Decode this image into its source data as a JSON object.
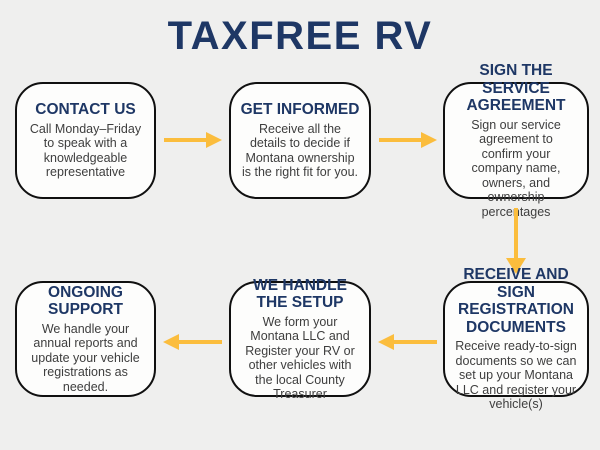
{
  "title": "TAXFREE RV",
  "colors": {
    "navy_heading": "#1e3765",
    "gold_arrow": "#fbbd3d",
    "background": "#efefee",
    "box_fill": "#fdfdfc",
    "box_border": "#101010",
    "body_text": "#3e3e3e"
  },
  "steps": [
    {
      "heading": "CONTACT US",
      "body": "Call Monday–Friday to speak with a knowledgeable representative"
    },
    {
      "heading": "GET INFORMED",
      "body": "Receive all the details to decide if Montana ownership is the right fit for you."
    },
    {
      "heading": "SIGN THE SERVICE AGREEMENT",
      "body": "Sign our service agreement to confirm your company name, owners, and ownership percentages"
    },
    {
      "heading": "RECEIVE AND SIGN REGISTRATION DOCUMENTS",
      "body": "Receive ready-to-sign documents so we can set up your Montana LLC and register your vehicle(s)"
    },
    {
      "heading": "WE HANDLE THE SETUP",
      "body": "We form your Montana LLC and Register your RV or other vehicles with the local County Treasurer"
    },
    {
      "heading": "ONGOING SUPPORT",
      "body": "We handle your annual reports and update your vehicle registrations as needed."
    }
  ]
}
